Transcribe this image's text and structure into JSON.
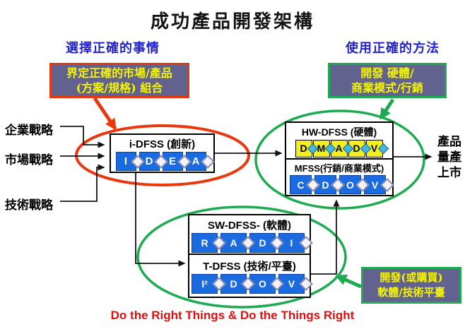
{
  "title": "成功產品開發架構",
  "headings": {
    "left": "選擇正確的事情",
    "right": "使用正確的方法"
  },
  "callouts": {
    "define_market": {
      "line1": "界定正確的市場/產品",
      "line2": "(方案/規格) 組合"
    },
    "develop_hw": {
      "line1": "開發 硬體/",
      "line2": "商業模式/行銷"
    },
    "develop_sw": {
      "line1": "開發(或購買)",
      "line2": "軟體/技術平臺"
    }
  },
  "strategies": [
    {
      "label": "企業戰略"
    },
    {
      "label": "市場戰略"
    },
    {
      "label": "技術戰略"
    }
  ],
  "processes": {
    "idfss": {
      "title": "i-DFSS (創新)",
      "phases": [
        "I",
        "D",
        "E",
        "A"
      ]
    },
    "hw": {
      "title": "HW-DFSS (硬體)",
      "phases": [
        "D",
        "M",
        "A",
        "D",
        "V"
      ]
    },
    "mfss": {
      "title": "MFSS(行銷/商業模式)",
      "phases": [
        "C",
        "D",
        "O",
        "V"
      ]
    },
    "sw": {
      "title": "SW-DFSS- (軟體)",
      "phases": [
        "R",
        "A",
        "D",
        "I"
      ]
    },
    "t": {
      "title": "T-DFSS (技術/平臺)",
      "phases": [
        "I²",
        "D",
        "O",
        "V"
      ]
    }
  },
  "output": {
    "line1": "產品",
    "line2": "量產",
    "line3": "上市"
  },
  "footer": "Do the Right Things & Do the Things Right",
  "colors": {
    "accent_red": "#e8380d",
    "accent_green": "#1daa50",
    "heading_blue": "#2323cc",
    "callout_bg": "#62628e",
    "callout_text": "#f5f500",
    "process_blue": "#1a6be0",
    "process_yellow": "#f2ee1f",
    "diamond_cyan": "#45b6dc",
    "footer_red": "#e01010"
  }
}
